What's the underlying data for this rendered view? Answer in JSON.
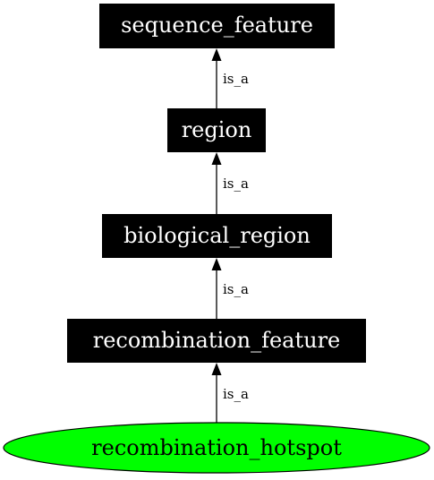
{
  "diagram": {
    "type": "ontology-graph",
    "nodes": [
      {
        "id": "sequence_feature",
        "label": "sequence_feature",
        "shape": "box"
      },
      {
        "id": "region",
        "label": "region",
        "shape": "box"
      },
      {
        "id": "biological_region",
        "label": "biological_region",
        "shape": "box"
      },
      {
        "id": "recombination_feature",
        "label": "recombination_feature",
        "shape": "box"
      },
      {
        "id": "recombination_hotspot",
        "label": "recombination_hotspot",
        "shape": "ellipse"
      }
    ],
    "edges": [
      {
        "from": "region",
        "to": "sequence_feature",
        "label": "is_a"
      },
      {
        "from": "biological_region",
        "to": "region",
        "label": "is_a"
      },
      {
        "from": "recombination_feature",
        "to": "biological_region",
        "label": "is_a"
      },
      {
        "from": "recombination_hotspot",
        "to": "recombination_feature",
        "label": "is_a"
      }
    ]
  },
  "colors": {
    "box_fill": "#000000",
    "box_text": "#ffffff",
    "ellipse_fill": "#00ff00",
    "ellipse_text": "#000000",
    "edge": "#000000"
  }
}
